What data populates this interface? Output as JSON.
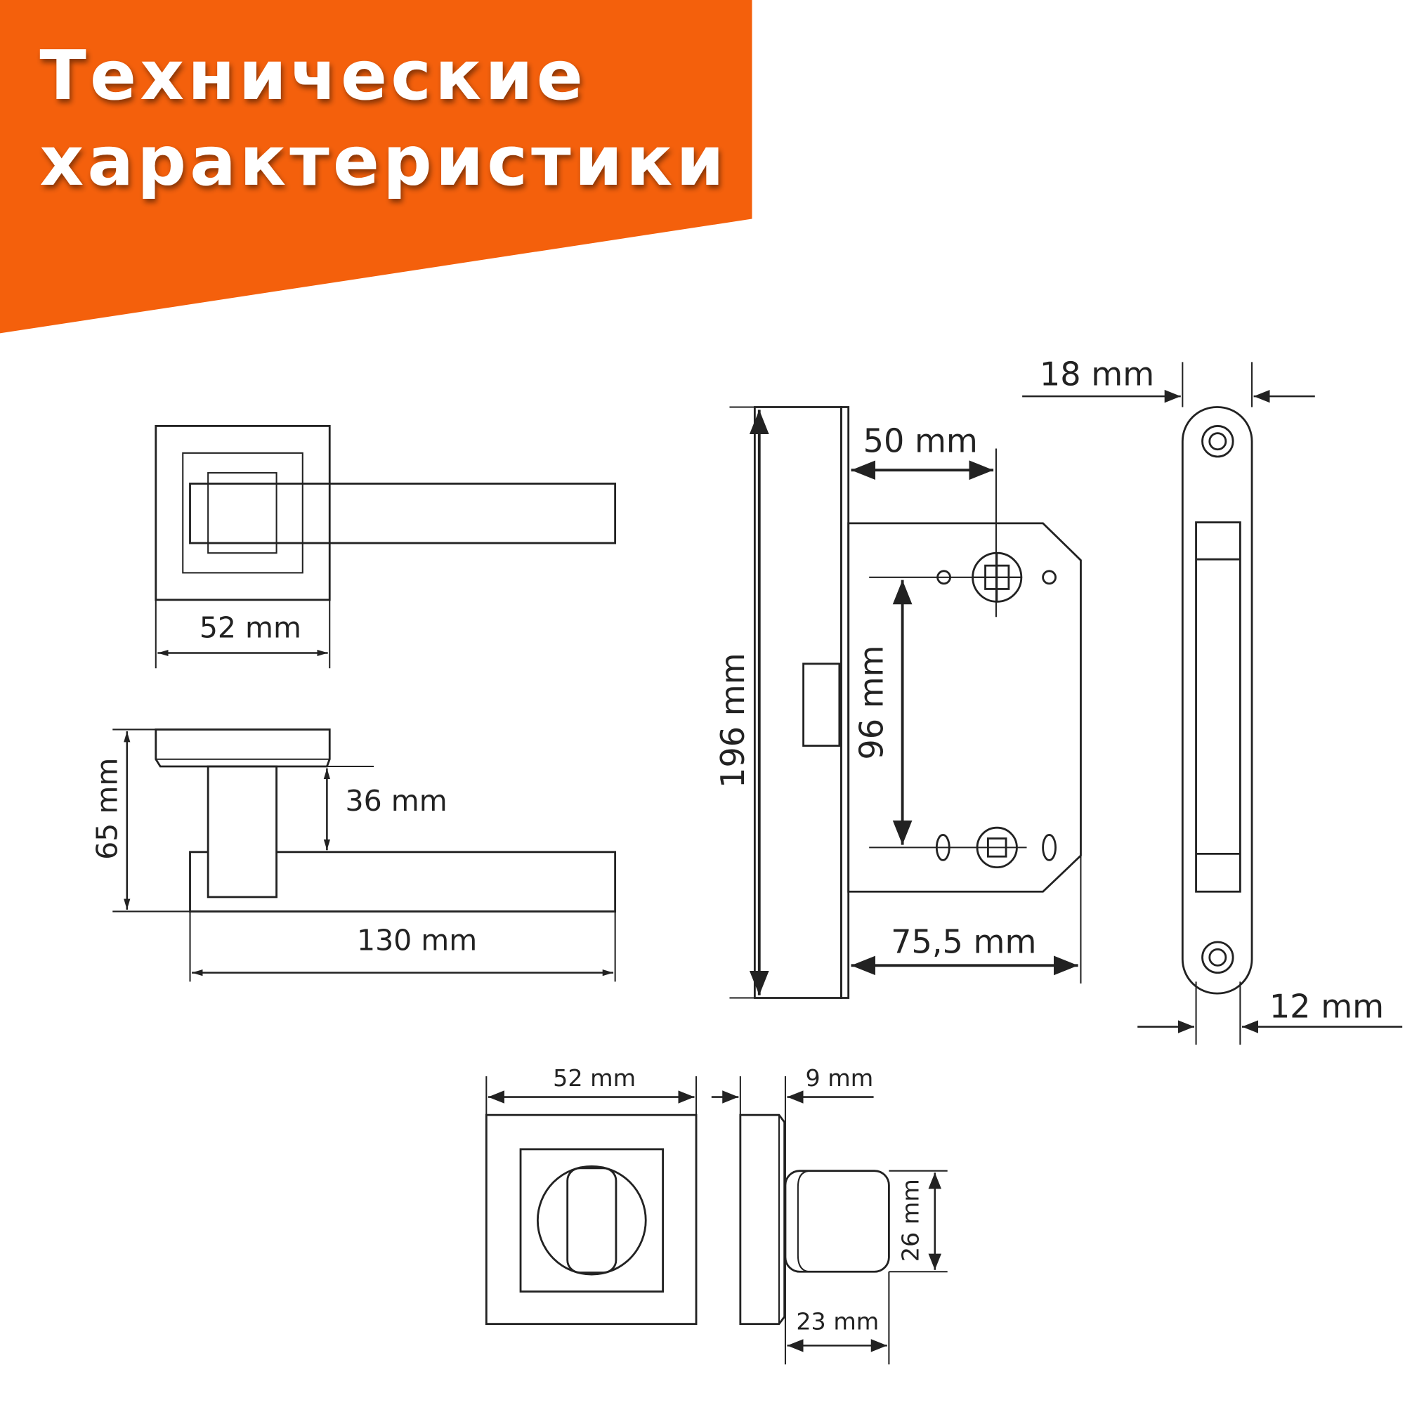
{
  "header": {
    "title_line1": "Технические",
    "title_line2": "характеристики",
    "accent_color": "#f4600c"
  },
  "handle": {
    "rosette_width": "52 mm",
    "height": "65 mm",
    "projection": "36 mm",
    "length": "130 mm"
  },
  "lock": {
    "faceplate_height": "196 mm",
    "backset": "50 mm",
    "center_distance": "96 mm",
    "body_depth": "75,5 mm",
    "faceplate_width": "18 mm",
    "body_thickness": "12 mm"
  },
  "thumbturn": {
    "rosette_width": "52 mm",
    "rosette_thickness": "9 mm",
    "knob_height": "26 mm",
    "knob_depth": "23 mm"
  }
}
